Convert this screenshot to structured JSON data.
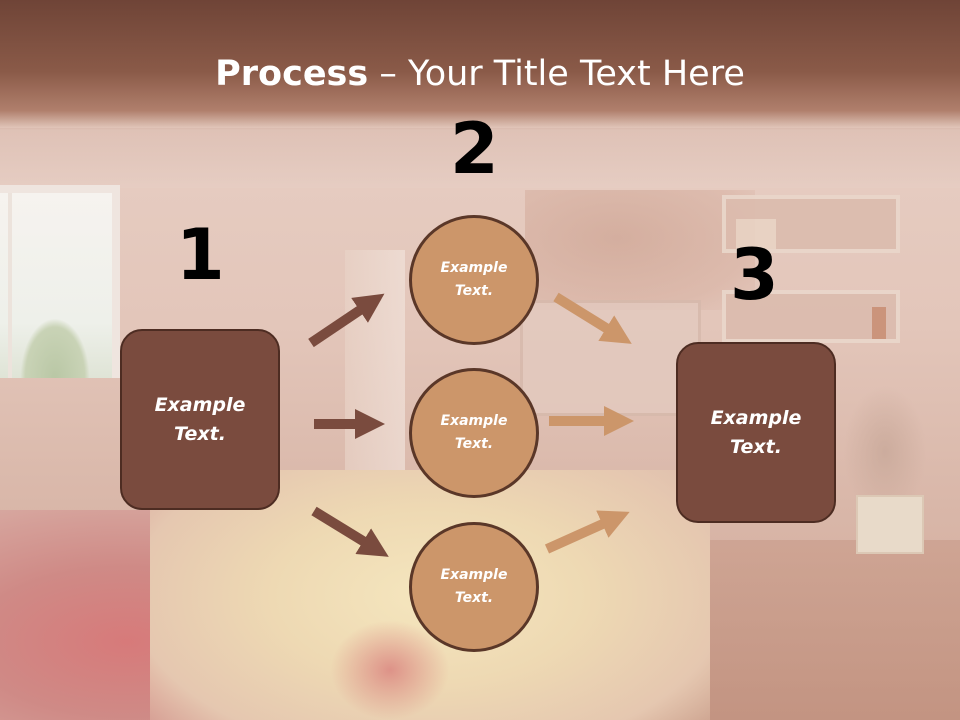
{
  "title": {
    "bold": "Process",
    "rest": " – Your Title Text Here"
  },
  "steps": {
    "one": {
      "number": "1",
      "text_line1": "Example",
      "text_line2": "Text."
    },
    "two": {
      "number": "2",
      "circles": [
        {
          "text_line1": "Example",
          "text_line2": "Text."
        },
        {
          "text_line1": "Example",
          "text_line2": "Text."
        },
        {
          "text_line1": "Example",
          "text_line2": "Text."
        }
      ]
    },
    "three": {
      "number": "3",
      "text_line1": "Example",
      "text_line2": "Text."
    }
  },
  "colors": {
    "title_bar": "#7a4b3e",
    "box": "#7a4b3e",
    "circle": "#cc966a",
    "arrow_dark": "#7a4b3e",
    "arrow_light": "#cc966a"
  }
}
